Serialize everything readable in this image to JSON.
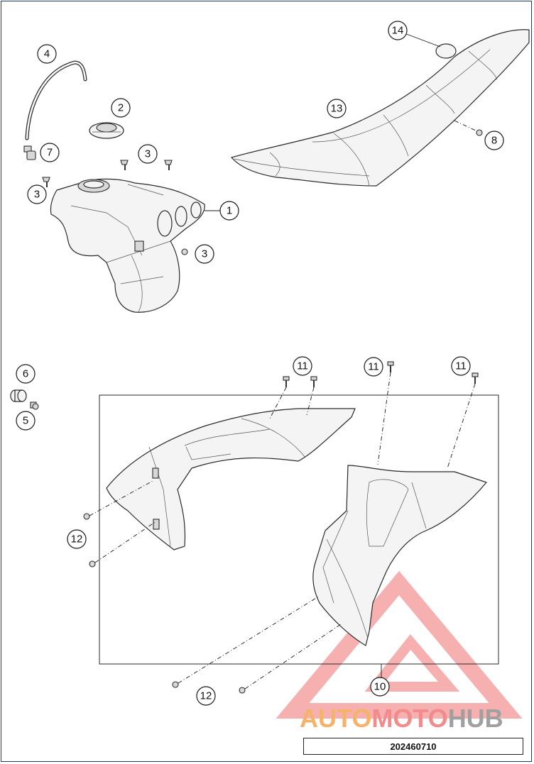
{
  "callouts": [
    {
      "id": "c1",
      "label": "1"
    },
    {
      "id": "c2",
      "label": "2"
    },
    {
      "id": "c3a",
      "label": "3"
    },
    {
      "id": "c3b",
      "label": "3"
    },
    {
      "id": "c3c",
      "label": "3"
    },
    {
      "id": "c4",
      "label": "4"
    },
    {
      "id": "c5",
      "label": "5"
    },
    {
      "id": "c6",
      "label": "6"
    },
    {
      "id": "c7",
      "label": "7"
    },
    {
      "id": "c8",
      "label": "8"
    },
    {
      "id": "c10",
      "label": "10"
    },
    {
      "id": "c11a",
      "label": "11"
    },
    {
      "id": "c11b",
      "label": "11"
    },
    {
      "id": "c11c",
      "label": "11"
    },
    {
      "id": "c12a",
      "label": "12"
    },
    {
      "id": "c12b",
      "label": "12"
    },
    {
      "id": "c13",
      "label": "13"
    },
    {
      "id": "c14",
      "label": "14"
    }
  ],
  "watermark": {
    "part1": "AUTO",
    "part2": "MOTO",
    "part3": "HUB",
    "colors": {
      "part1": "#f7b26a",
      "part2": "#f28b8b",
      "part3": "#a0a0a0"
    }
  },
  "document_number": "202460710"
}
